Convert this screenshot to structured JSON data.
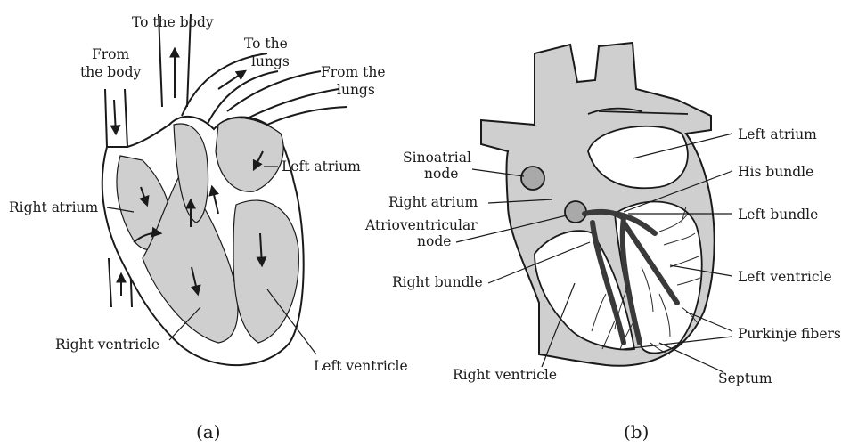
{
  "panel_a": {
    "caption": "(a)",
    "labels": {
      "to_body": "To the body",
      "from_body_1": "From",
      "from_body_2": "the body",
      "to_lungs_1": "To the",
      "to_lungs_2": "lungs",
      "from_lungs_1": "From the",
      "from_lungs_2": "lungs",
      "left_atrium": "Left atrium",
      "right_atrium": "Right atrium",
      "right_ventricle": "Right ventricle",
      "left_ventricle": "Left ventricle"
    }
  },
  "panel_b": {
    "caption": "(b)",
    "labels": {
      "sinoatrial_1": "Sinoatrial",
      "sinoatrial_2": "node",
      "right_atrium": "Right atrium",
      "av_1": "Atrioventricular",
      "av_2": "node",
      "right_bundle": "Right bundle",
      "right_ventricle": "Right ventricle",
      "left_atrium": "Left atrium",
      "his_bundle": "His bundle",
      "left_bundle": "Left bundle",
      "left_ventricle": "Left ventricle",
      "purkinje": "Purkinje fibers",
      "septum": "Septum"
    }
  }
}
